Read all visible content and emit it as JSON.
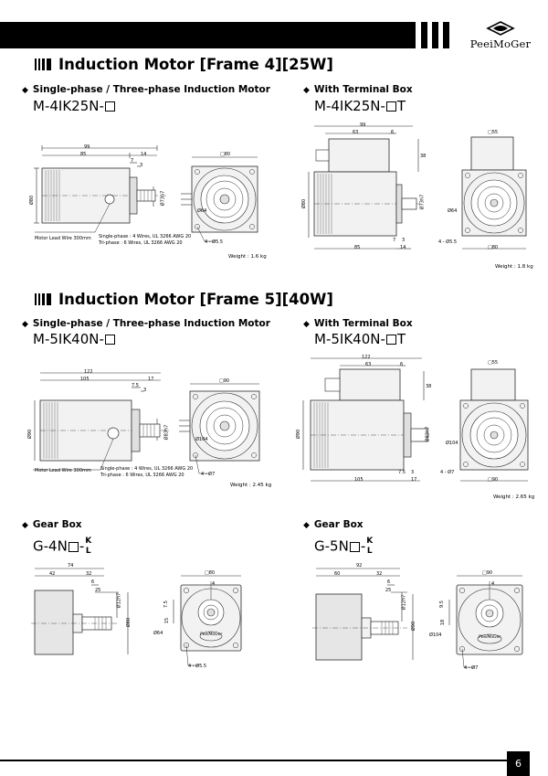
{
  "brand": "PeeiMoGer",
  "page_number": "6",
  "sections": [
    {
      "title": "Induction Motor [Frame 4][25W]",
      "left": {
        "heading": "Single-phase / Three-phase Induction Motor",
        "model_prefix": "M-4IK25N-",
        "model_suffix": "",
        "dims": [
          "99",
          "85",
          "14",
          "7",
          "3",
          "Ø80",
          "Ø73h7",
          "□80",
          "Ø64",
          "4 - Ø5.5"
        ],
        "lead_label": "Motor Lead Wire 300mm",
        "wire_single": "Single-phase : 4 Wires, UL 3266 AWG 20",
        "wire_three": "Tri-phase : 6 Wires, UL 3266 AWG 20",
        "weight": "Weight : 1.6 kg"
      },
      "right": {
        "heading": "With Terminal Box",
        "model_prefix": "M-4IK25N-",
        "model_suffix": "T",
        "dims": [
          "99",
          "63",
          "6",
          "38",
          "Ø80",
          "Ø73h7",
          "7",
          "3",
          "85",
          "14",
          "□55",
          "□80",
          "Ø64",
          "4 - Ø5.5"
        ],
        "weight": "Weight : 1.8 kg"
      }
    },
    {
      "title": "Induction Motor [Frame 5][40W]",
      "left": {
        "heading": "Single-phase / Three-phase Induction Motor",
        "model_prefix": "M-5IK40N-",
        "model_suffix": "",
        "dims": [
          "122",
          "105",
          "17",
          "7.5",
          "3",
          "Ø90",
          "Ø83h7",
          "□90",
          "Ø104",
          "4 - Ø7"
        ],
        "lead_label": "Motor Lead Wire 300mm",
        "wire_single": "Single-phase : 4 Wires, UL 3266 AWG 20",
        "wire_three": "Tri-phase : 6 Wires, UL 3266 AWG 20",
        "weight": "Weight : 2.45 kg"
      },
      "right": {
        "heading": "With Terminal Box",
        "model_prefix": "M-5IK40N-",
        "model_suffix": "T",
        "dims": [
          "122",
          "63",
          "6",
          "38",
          "Ø90",
          "Ø83h7",
          "7.5",
          "3",
          "105",
          "17",
          "□55",
          "□90",
          "Ø104",
          "4 - Ø7"
        ],
        "weight": "Weight : 2.65 kg"
      }
    }
  ],
  "gearboxes": [
    {
      "heading": "Gear Box",
      "model_prefix": "G-4N",
      "suffix_top": "K",
      "suffix_bottom": "L",
      "dims": [
        "74",
        "42",
        "32",
        "6",
        "25",
        "Ø12h7",
        "Ø80",
        "□80",
        "4",
        "7.5",
        "15",
        "Ø64",
        "4 - Ø5.5"
      ],
      "logo_text": "PeeiMoGer"
    },
    {
      "heading": "Gear Box",
      "model_prefix": "G-5N",
      "suffix_top": "K",
      "suffix_bottom": "L",
      "dims": [
        "92",
        "60",
        "32",
        "6",
        "25",
        "Ø12h7",
        "Ø90",
        "□90",
        "4",
        "9.5",
        "18",
        "Ø104",
        "4 - Ø7"
      ],
      "logo_text": "PeeiMoGer"
    }
  ],
  "colors": {
    "ink": "#000000",
    "drawing_line": "#2b2b2b",
    "fill_light": "#f2f2f2",
    "fill_mid": "#e0e0e0"
  }
}
